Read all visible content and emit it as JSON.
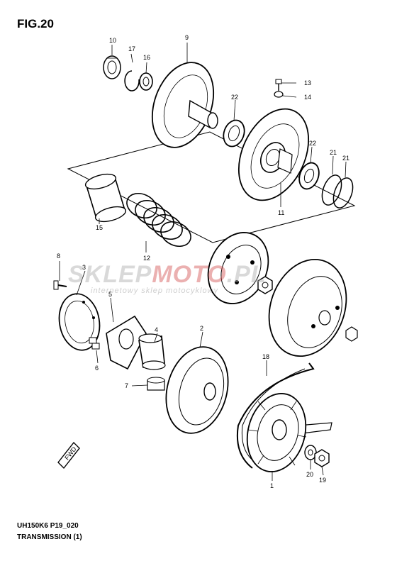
{
  "figure": {
    "title": "FIG.20",
    "code": "UH150K6 P19_020",
    "name": "TRANSMISSION (1)"
  },
  "watermark": {
    "brand_a": "SKLEP",
    "brand_b": "MOTO",
    "brand_c": ".PL",
    "tagline": "internetowy sklep motocyklowy"
  },
  "direction_marker": "FWD",
  "callouts": {
    "c1": "1",
    "c2": "2",
    "c3": "3",
    "c4": "4",
    "c5": "5",
    "c6": "6",
    "c7": "7",
    "c8": "8",
    "c9": "9",
    "c10": "10",
    "c11": "11",
    "c12": "12",
    "c13": "13",
    "c14": "14",
    "c15": "15",
    "c16": "16",
    "c17": "17",
    "c18": "18",
    "c19": "19",
    "c20": "20",
    "c21a": "21",
    "c21b": "21",
    "c22a": "22",
    "c22b": "22"
  }
}
